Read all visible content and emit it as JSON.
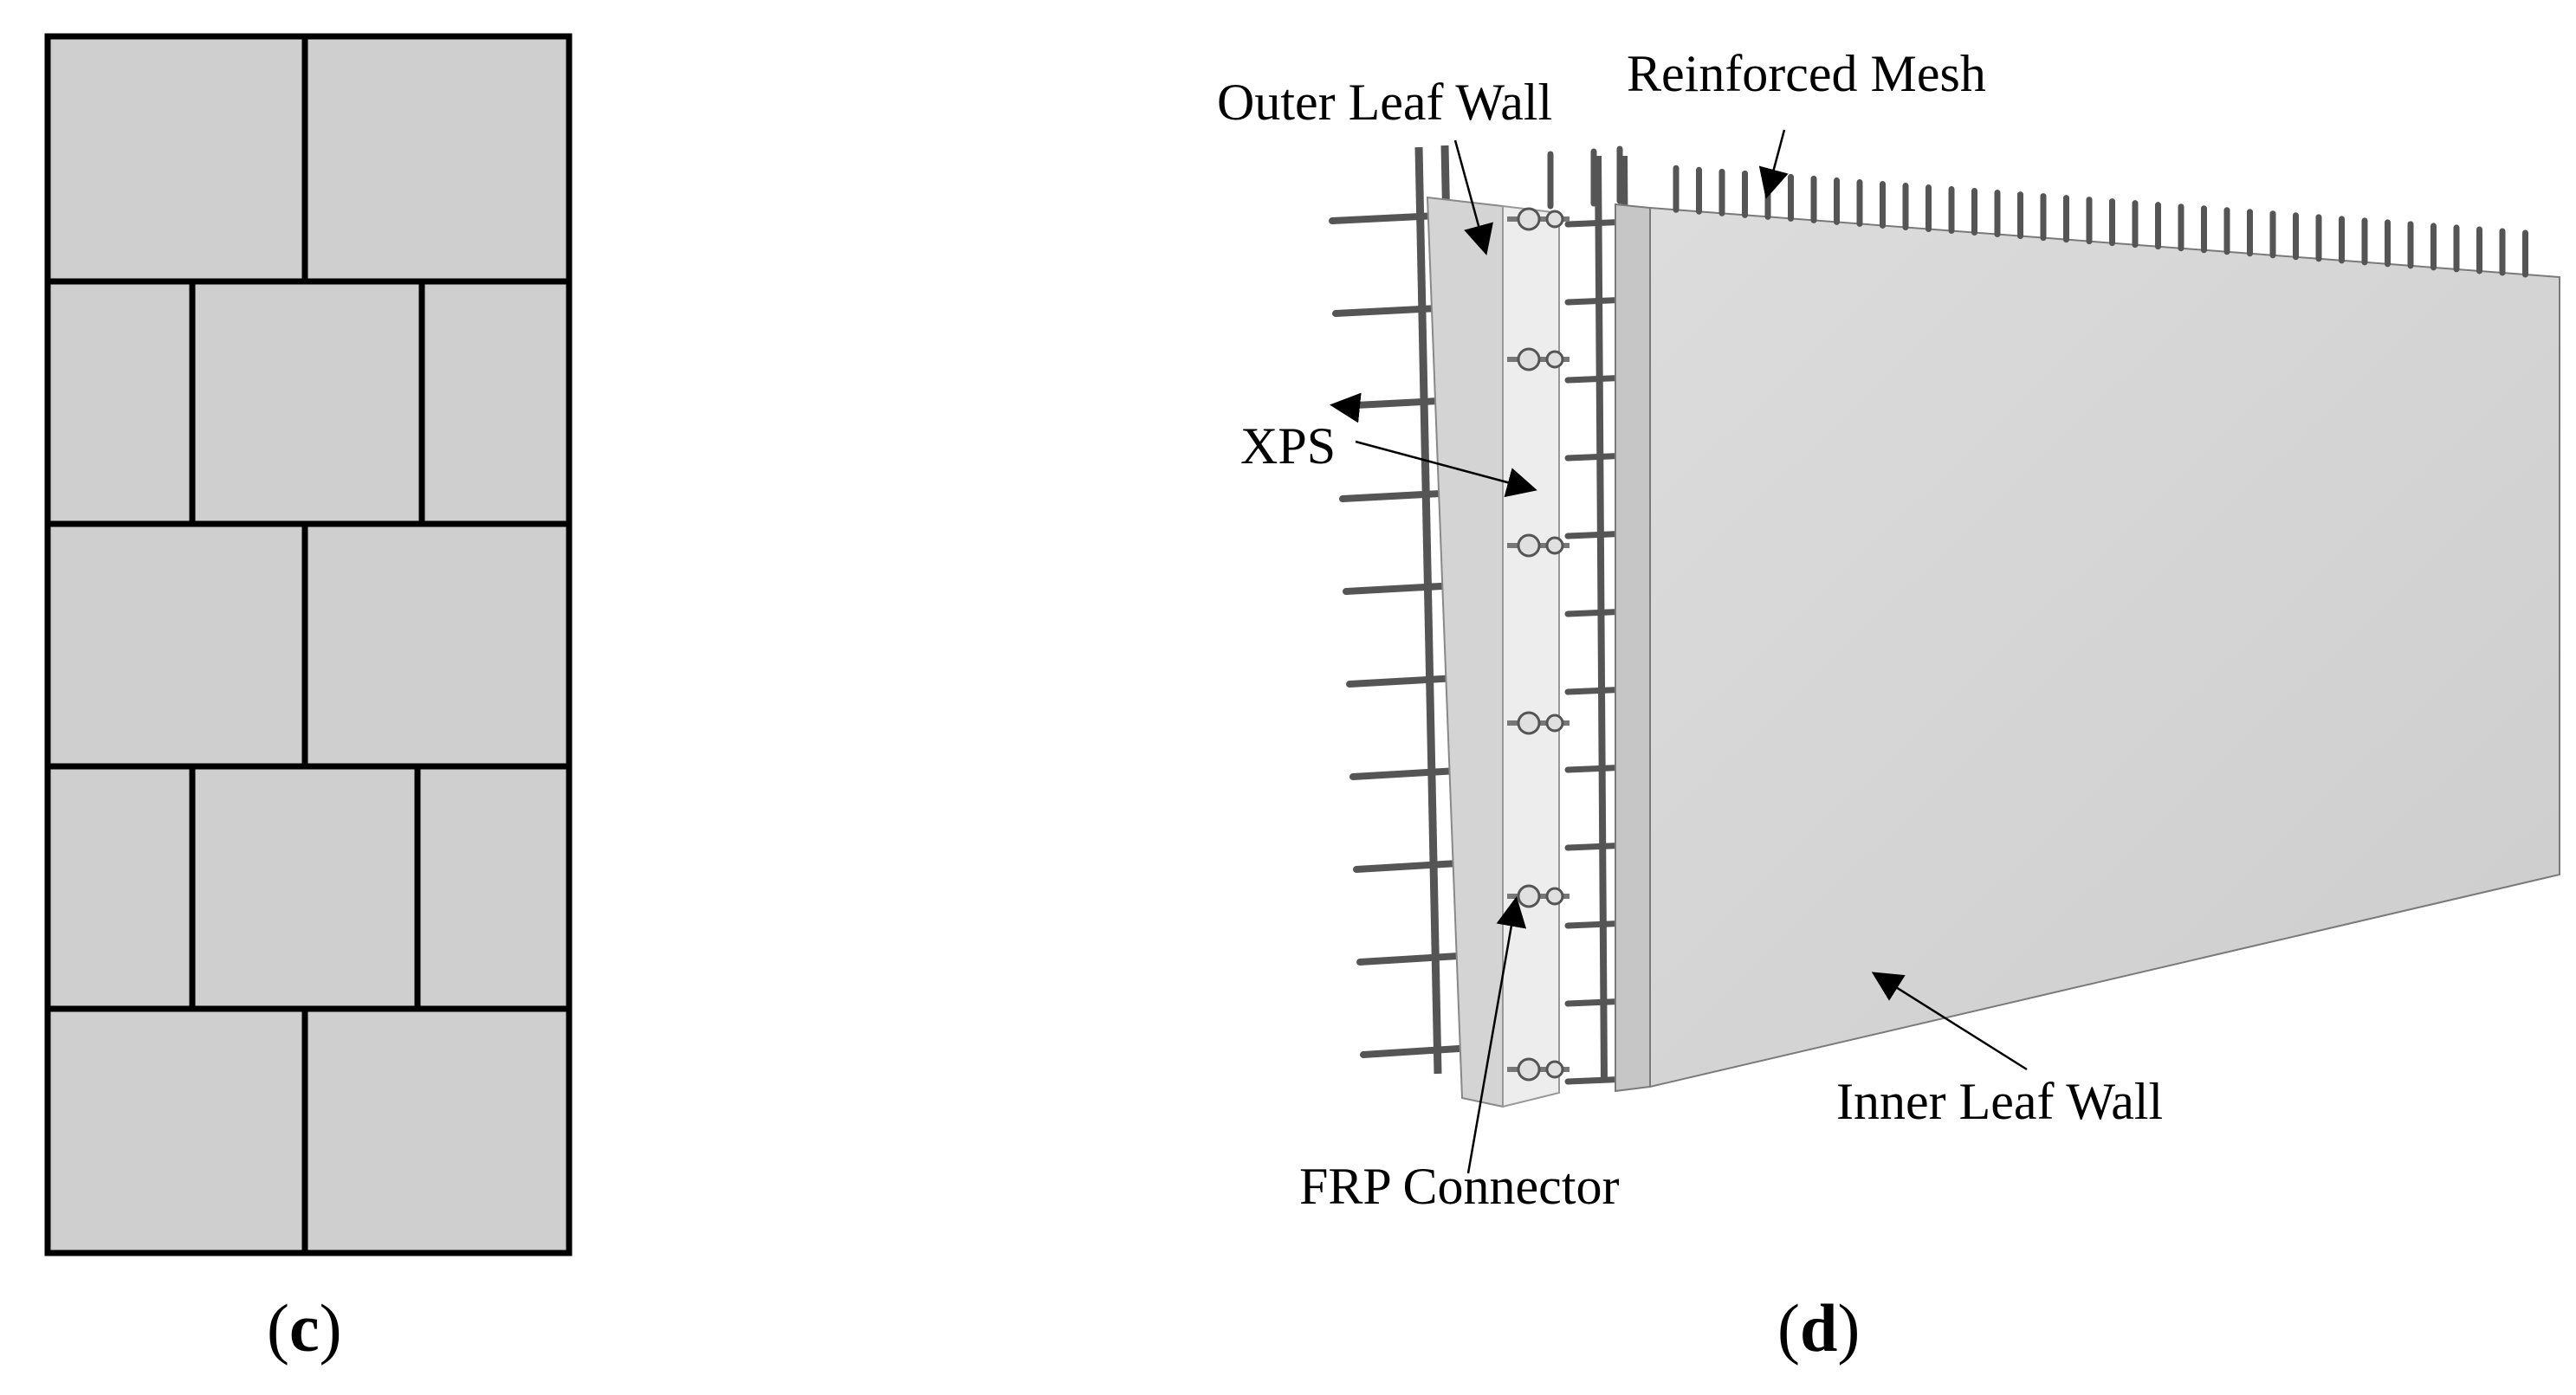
{
  "panel_c": {
    "caption_open": "(",
    "caption_letter": "c",
    "caption_close": ")",
    "brick_fill": "#cfcfcf",
    "mortar_color": "#000000"
  },
  "panel_d": {
    "caption_open": "(",
    "caption_letter": "d",
    "caption_close": ")",
    "labels": {
      "outer_leaf_wall": "Outer Leaf Wall",
      "reinforced_mesh": "Reinforced Mesh",
      "xps": "XPS",
      "frp_connector": "FRP Connector",
      "inner_leaf_wall": "Inner Leaf Wall"
    },
    "concrete_color": "#d9d9d9",
    "rebar_color": "#555555"
  }
}
